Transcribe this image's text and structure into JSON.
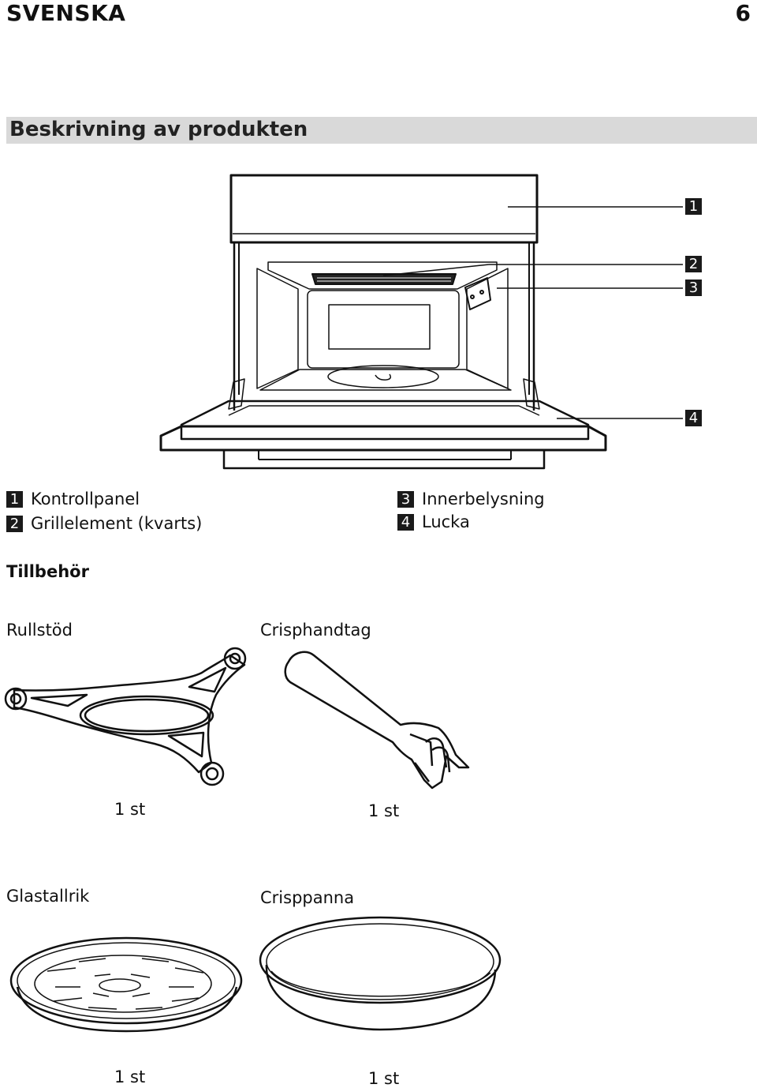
{
  "header": {
    "language": "SVENSKA",
    "page_number": "6"
  },
  "section": {
    "title": "Beskrivning av produkten"
  },
  "callouts": [
    "1",
    "2",
    "3",
    "4"
  ],
  "legend": [
    {
      "num": "1",
      "label": "Kontrollpanel"
    },
    {
      "num": "2",
      "label": "Grillelement (kvarts)"
    },
    {
      "num": "3",
      "label": "Innerbelysning"
    },
    {
      "num": "4",
      "label": "Lucka"
    }
  ],
  "accessories": {
    "title": "Tillbehör",
    "items": [
      {
        "name": "Rullstöd",
        "qty": "1 st",
        "icon": "roller-support-icon"
      },
      {
        "name": "Crisphandtag",
        "qty": "1 st",
        "icon": "crisp-handle-icon"
      },
      {
        "name": "Glastallrik",
        "qty": "1 st",
        "icon": "glass-plate-icon"
      },
      {
        "name": "Crisppanna",
        "qty": "1 st",
        "icon": "crisp-pan-icon"
      }
    ]
  }
}
